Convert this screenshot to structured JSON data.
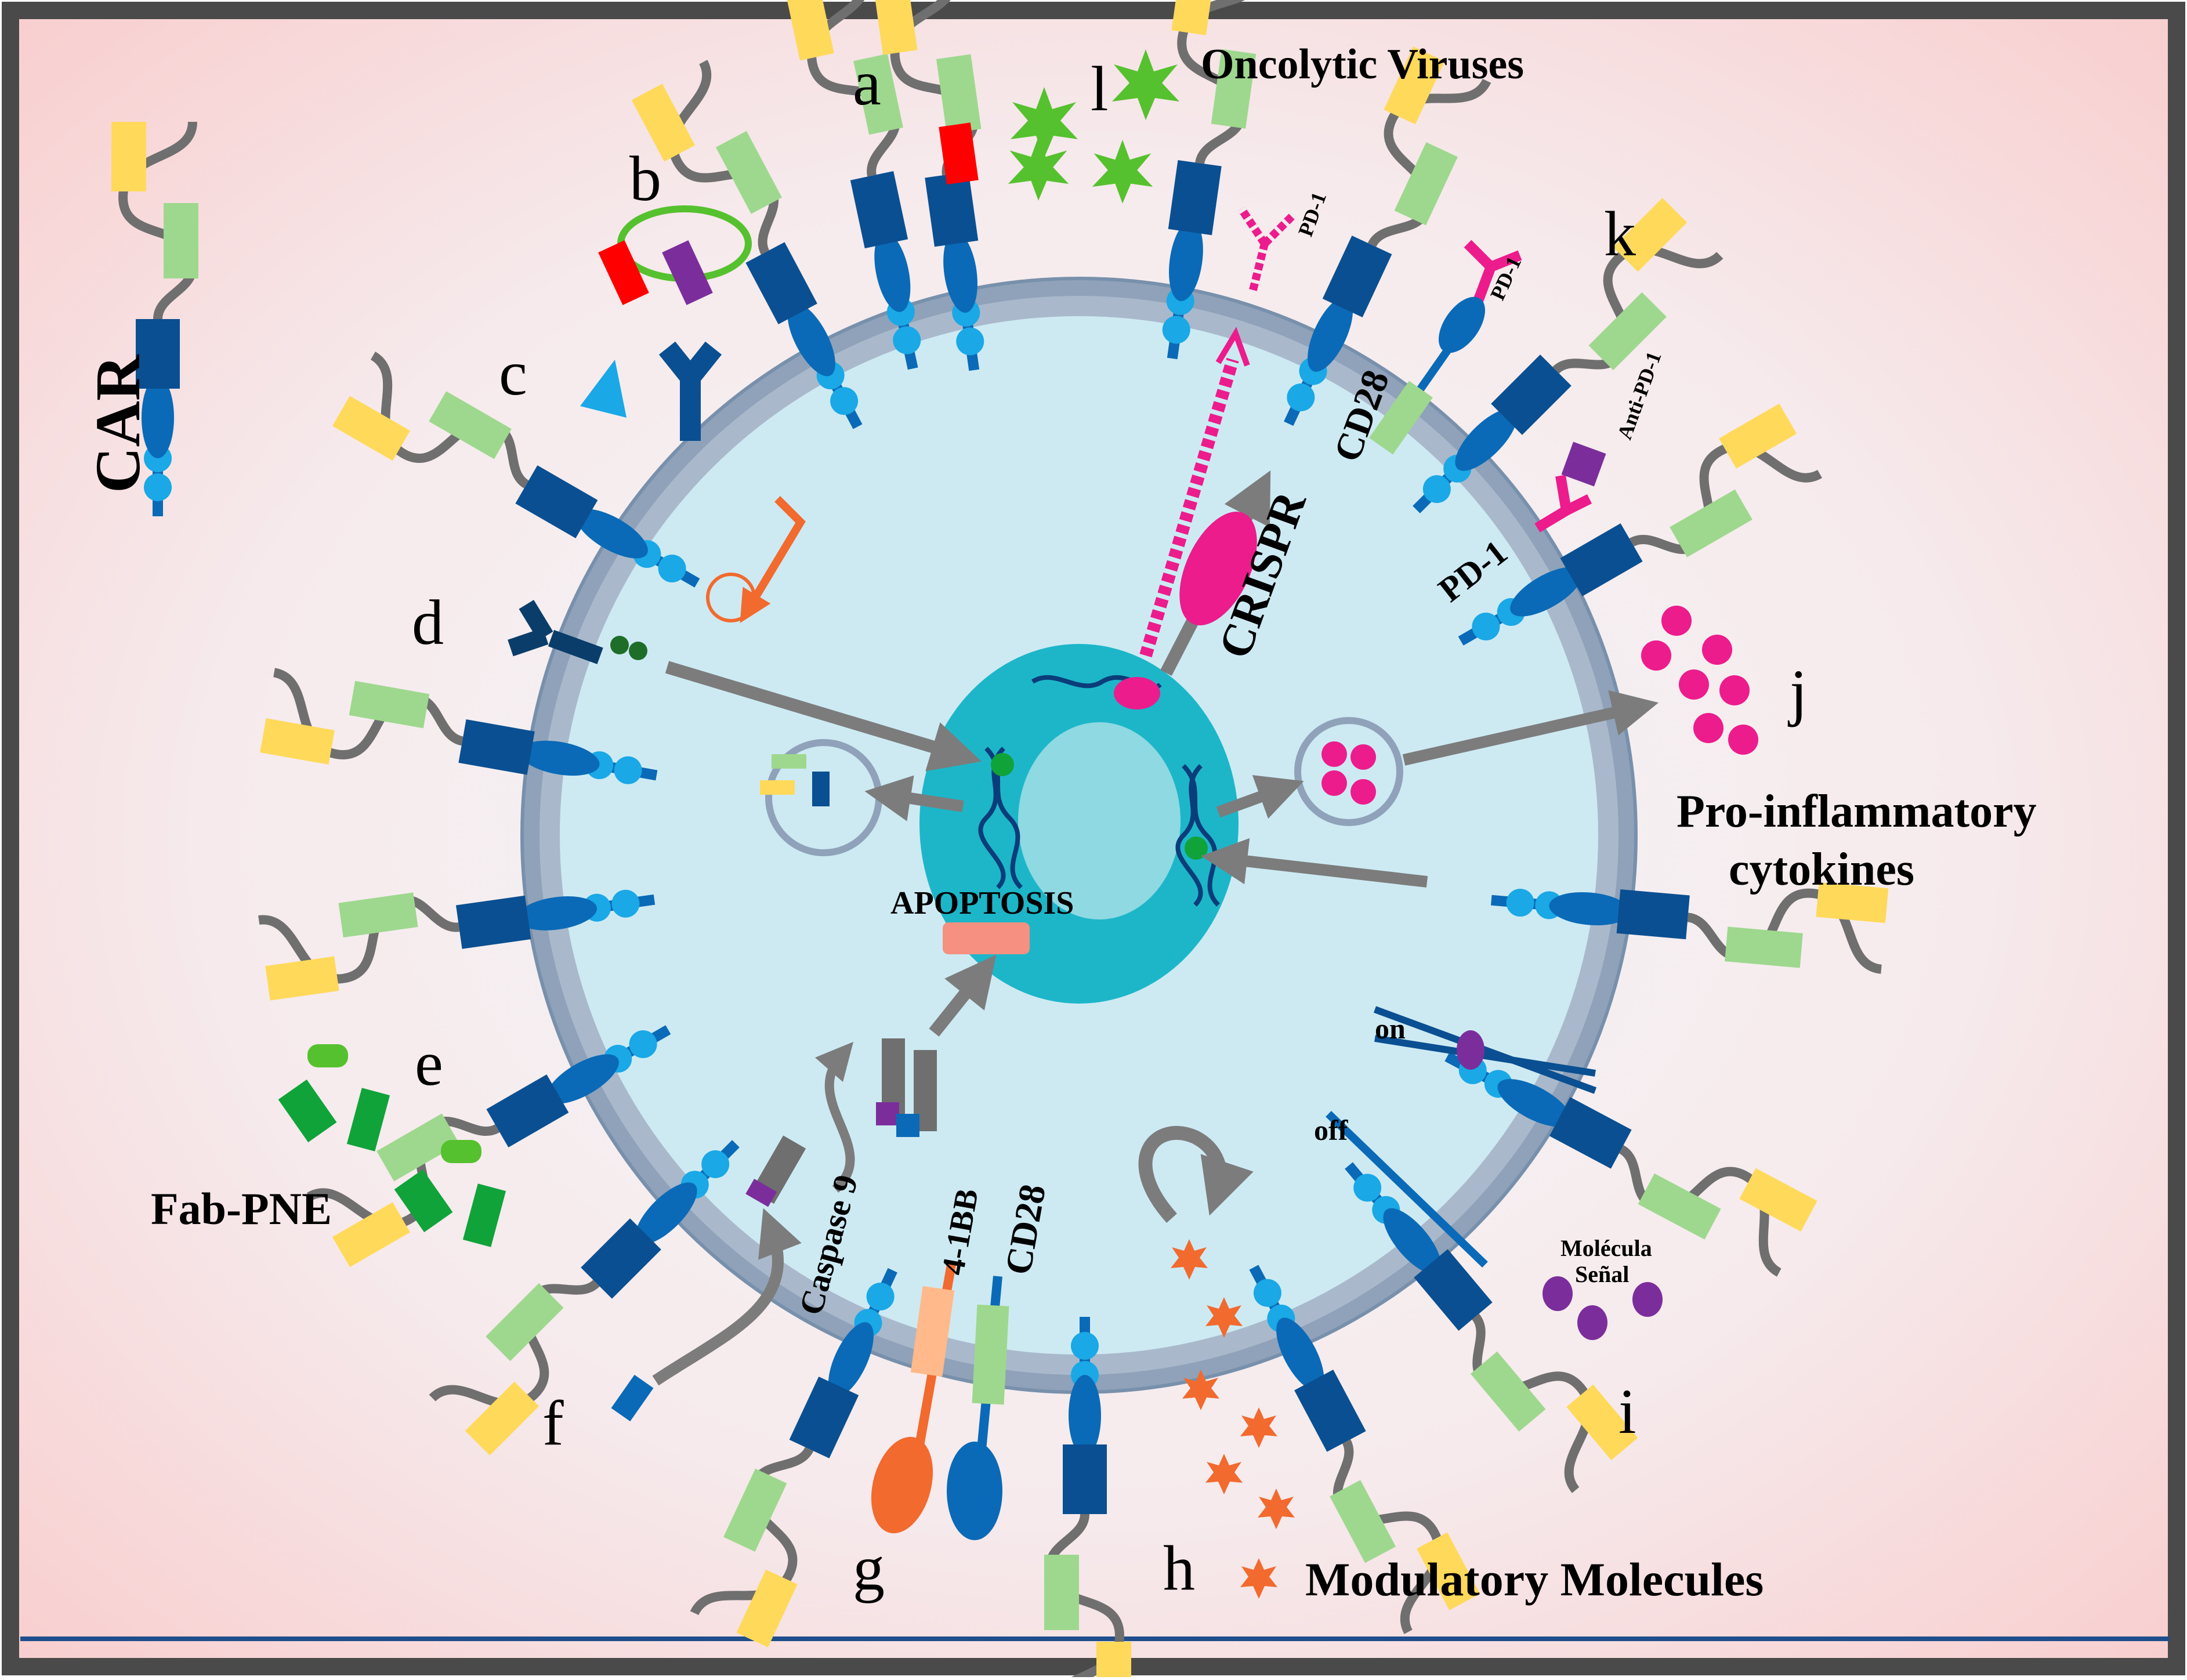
{
  "colors": {
    "frame": "#4a4a4a",
    "background_edge": "#f9caca",
    "background_center": "#f4f6f8",
    "membrane": "#8fa2b9",
    "cytoplasm": "#cdeaf3",
    "nucleus": "#1db6c9",
    "nucleolus": "#8fd9e2",
    "receptor_dark": "#0a4f91",
    "receptor_mid": "#1a78bf",
    "dot_cyan": "#1aa8e6",
    "linker_gray": "#6f6f6f",
    "scfv_yellow": "#ffd95a",
    "scfv_green": "#9ed88e",
    "red": "#ff0000",
    "purple": "#7b2e9b",
    "magenta": "#ec1c8c",
    "virus_green": "#56c12e",
    "orange": "#f26a2e",
    "salmon": "#f69080",
    "bright_green": "#10a33a",
    "arrow_gray": "#7c7c7c"
  },
  "legend": {
    "car_label": "CAR"
  },
  "panel_letters": {
    "a": "a",
    "b": "b",
    "c": "c",
    "d": "d",
    "e": "e",
    "f": "f",
    "g": "g",
    "h": "h",
    "i": "i",
    "j": "j",
    "k": "k",
    "l": "l"
  },
  "labels": {
    "oncolytic_viruses": "Oncolytic Viruses",
    "pd1_crispr_target": "PD-1",
    "crispr": "CRISPR",
    "cd28_k": "CD28",
    "pd1_k": "PD-1",
    "pd1_k_ligand": "PD-1",
    "anti_pd1": "Anti-PD-1",
    "pro_inflammatory": "Pro-inflammatory",
    "cytokines": "cytokines",
    "apoptosis": "APOPTOSIS",
    "on": "on",
    "off": "off",
    "molecula": "Molécula",
    "senal": "Señal",
    "fab_pne": "Fab-PNE",
    "caspase9": "Caspase 9",
    "costim_41bb": "4-1BB",
    "costim_cd28": "CD28",
    "modulatory_molecules": "Modulatory Molecules"
  }
}
